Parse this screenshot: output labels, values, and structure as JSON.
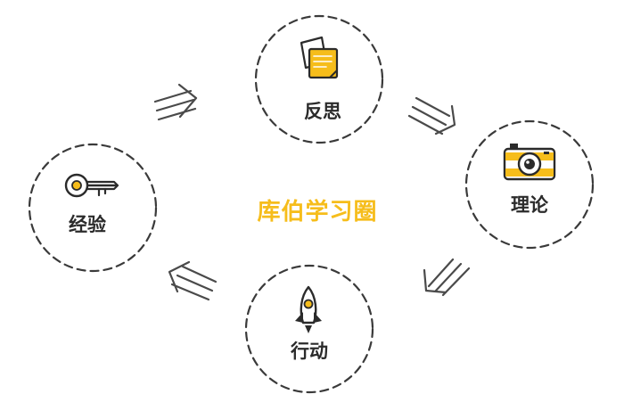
{
  "title": "库伯学习圈",
  "colors": {
    "accent": "#f6bd1b",
    "ink": "#2b2b2b",
    "ring": "#3a3a3a"
  },
  "nodes": [
    {
      "id": "reflection",
      "label": "反思",
      "icon": "notepad-icon"
    },
    {
      "id": "theory",
      "label": "理论",
      "icon": "camera-icon"
    },
    {
      "id": "action",
      "label": "行动",
      "icon": "rocket-icon"
    },
    {
      "id": "experience",
      "label": "经验",
      "icon": "key-icon"
    }
  ]
}
